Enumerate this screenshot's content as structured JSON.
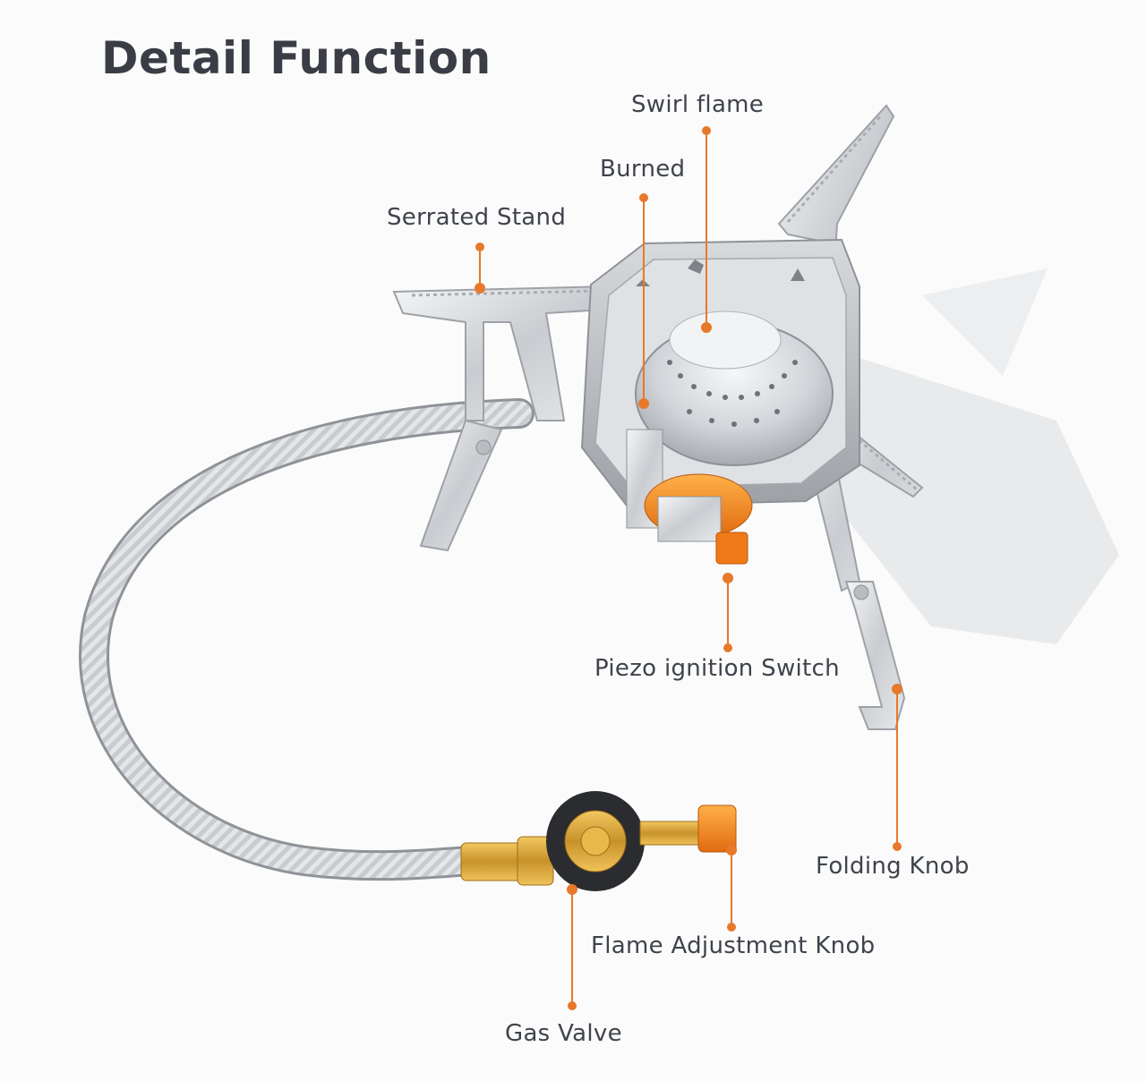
{
  "title": "Detail Function",
  "accent_color": "#e8782a",
  "callouts": {
    "swirl_flame": "Swirl flame",
    "burned": "Burned",
    "serrated_stand": "Serrated Stand",
    "piezo_ignition_switch": "Piezo ignition Switch",
    "folding_knob": "Folding Knob",
    "flame_adjustment_knob": "Flame Adjustment Knob",
    "gas_valve": "Gas Valve"
  }
}
